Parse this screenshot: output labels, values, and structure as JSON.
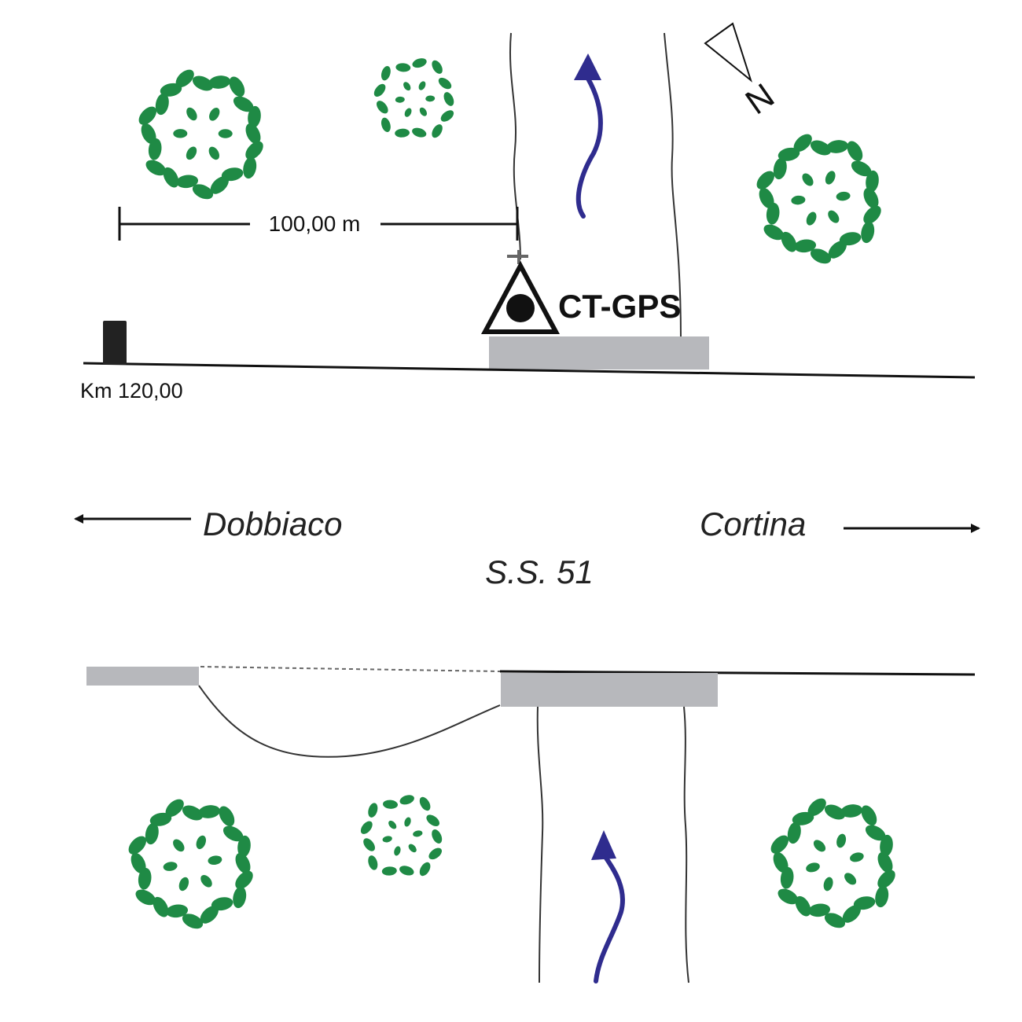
{
  "diagram": {
    "road_name": "S.S. 51",
    "west_destination": "Dobbiaco",
    "east_destination": "Cortina",
    "station_label": "CT-GPS",
    "distance_label": "100,00 m",
    "kilometer_marker_label": "Km 120,00",
    "north_label": "N"
  },
  "colors": {
    "trees": "#1f8a45",
    "flow_arrows": "#2f2c8e",
    "lay_by": "#b7b8bc",
    "lines": "#111111"
  },
  "icons": {
    "station": "triangle-dot-icon",
    "north": "north-arrow-icon",
    "tree": "tree-icon",
    "marker": "kilometer-post-icon"
  }
}
